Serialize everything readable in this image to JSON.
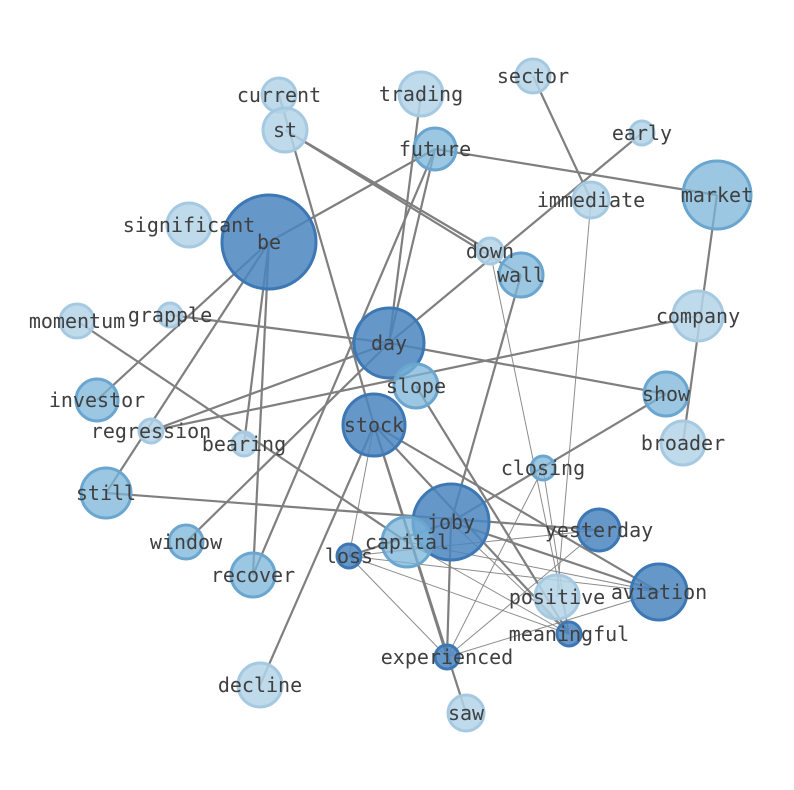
{
  "colors": {
    "edge": "#7f7f7f",
    "label": "#3f3f3f",
    "node_dark": "#4a85bf",
    "node_mid": "#7ab4d8",
    "node_light": "#b3d3e8"
  },
  "nodes": [
    {
      "id": "sector",
      "label": "sector",
      "shade": "light"
    },
    {
      "id": "trading",
      "label": "trading",
      "shade": "light"
    },
    {
      "id": "current",
      "label": "current",
      "shade": "light"
    },
    {
      "id": "st",
      "label": "st",
      "shade": "light"
    },
    {
      "id": "early",
      "label": "early",
      "shade": "light"
    },
    {
      "id": "future",
      "label": "future",
      "shade": "mid"
    },
    {
      "id": "immediate",
      "label": "immediate",
      "shade": "light"
    },
    {
      "id": "market",
      "label": "market",
      "shade": "mid"
    },
    {
      "id": "significant",
      "label": "significant",
      "shade": "light"
    },
    {
      "id": "be",
      "label": "be",
      "shade": "dark"
    },
    {
      "id": "down",
      "label": "down",
      "shade": "light"
    },
    {
      "id": "wall",
      "label": "wall",
      "shade": "mid"
    },
    {
      "id": "company",
      "label": "company",
      "shade": "light"
    },
    {
      "id": "momentum",
      "label": "momentum",
      "shade": "light"
    },
    {
      "id": "grapple",
      "label": "grapple",
      "shade": "light"
    },
    {
      "id": "day",
      "label": "day",
      "shade": "dark"
    },
    {
      "id": "slope",
      "label": "slope",
      "shade": "mid"
    },
    {
      "id": "show",
      "label": "show",
      "shade": "mid"
    },
    {
      "id": "investor",
      "label": "investor",
      "shade": "mid"
    },
    {
      "id": "regression",
      "label": "regression",
      "shade": "light"
    },
    {
      "id": "stock",
      "label": "stock",
      "shade": "dark"
    },
    {
      "id": "bearing",
      "label": "bearing",
      "shade": "light"
    },
    {
      "id": "broader",
      "label": "broader",
      "shade": "light"
    },
    {
      "id": "closing",
      "label": "closing",
      "shade": "mid"
    },
    {
      "id": "still",
      "label": "still",
      "shade": "mid"
    },
    {
      "id": "joby",
      "label": "joby",
      "shade": "dark"
    },
    {
      "id": "yesterday",
      "label": "yesterday",
      "shade": "dark"
    },
    {
      "id": "window",
      "label": "window",
      "shade": "mid"
    },
    {
      "id": "capital",
      "label": "capital",
      "shade": "mid"
    },
    {
      "id": "loss",
      "label": "loss",
      "shade": "dark"
    },
    {
      "id": "recover",
      "label": "recover",
      "shade": "mid"
    },
    {
      "id": "aviation",
      "label": "aviation",
      "shade": "dark"
    },
    {
      "id": "positive",
      "label": "positive",
      "shade": "light"
    },
    {
      "id": "meaningful",
      "label": "meaningful",
      "shade": "dark"
    },
    {
      "id": "experienced",
      "label": "experienced",
      "shade": "dark"
    },
    {
      "id": "decline",
      "label": "decline",
      "shade": "light"
    },
    {
      "id": "saw",
      "label": "saw",
      "shade": "light"
    }
  ],
  "edges": [
    {
      "source": "sector",
      "target": "immediate",
      "weight": "heavy"
    },
    {
      "source": "immediate",
      "target": "positive",
      "weight": "light"
    },
    {
      "source": "current",
      "target": "stock",
      "weight": "heavy"
    },
    {
      "source": "st",
      "target": "down",
      "weight": "heavy"
    },
    {
      "source": "st",
      "target": "wall",
      "weight": "heavy"
    },
    {
      "source": "trading",
      "target": "day",
      "weight": "heavy"
    },
    {
      "source": "future",
      "target": "day",
      "weight": "heavy"
    },
    {
      "source": "future",
      "target": "market",
      "weight": "heavy"
    },
    {
      "source": "future",
      "target": "be",
      "weight": "heavy"
    },
    {
      "source": "future",
      "target": "recover",
      "weight": "heavy"
    },
    {
      "source": "early",
      "target": "day",
      "weight": "heavy"
    },
    {
      "source": "market",
      "target": "broader",
      "weight": "heavy"
    },
    {
      "source": "be",
      "target": "investor",
      "weight": "heavy"
    },
    {
      "source": "be",
      "target": "bearing",
      "weight": "heavy"
    },
    {
      "source": "be",
      "target": "still",
      "weight": "heavy"
    },
    {
      "source": "be",
      "target": "recover",
      "weight": "heavy"
    },
    {
      "source": "grapple",
      "target": "day",
      "weight": "heavy"
    },
    {
      "source": "day",
      "target": "show",
      "weight": "heavy"
    },
    {
      "source": "day",
      "target": "window",
      "weight": "heavy"
    },
    {
      "source": "day",
      "target": "regression",
      "weight": "heavy"
    },
    {
      "source": "momentum",
      "target": "capital",
      "weight": "heavy"
    },
    {
      "source": "company",
      "target": "regression",
      "weight": "heavy"
    },
    {
      "source": "wall",
      "target": "joby",
      "weight": "heavy"
    },
    {
      "source": "slope",
      "target": "meaningful",
      "weight": "heavy"
    },
    {
      "source": "show",
      "target": "joby",
      "weight": "heavy"
    },
    {
      "source": "still",
      "target": "yesterday",
      "weight": "heavy"
    },
    {
      "source": "stock",
      "target": "decline",
      "weight": "heavy"
    },
    {
      "source": "stock",
      "target": "saw",
      "weight": "heavy"
    },
    {
      "source": "stock",
      "target": "aviation",
      "weight": "heavy"
    },
    {
      "source": "stock",
      "target": "experienced",
      "weight": "heavy"
    },
    {
      "source": "stock",
      "target": "meaningful",
      "weight": "heavy"
    },
    {
      "source": "joby",
      "target": "aviation",
      "weight": "heavy"
    },
    {
      "source": "joby",
      "target": "experienced",
      "weight": "heavy"
    },
    {
      "source": "joby",
      "target": "loss",
      "weight": "heavy"
    },
    {
      "source": "closing",
      "target": "meaningful",
      "weight": "light"
    },
    {
      "source": "closing",
      "target": "experienced",
      "weight": "light"
    },
    {
      "source": "yesterday",
      "target": "loss",
      "weight": "light"
    },
    {
      "source": "yesterday",
      "target": "experienced",
      "weight": "light"
    },
    {
      "source": "loss",
      "target": "meaningful",
      "weight": "light"
    },
    {
      "source": "loss",
      "target": "experienced",
      "weight": "light"
    },
    {
      "source": "loss",
      "target": "aviation",
      "weight": "light"
    },
    {
      "source": "stock",
      "target": "loss",
      "weight": "light"
    },
    {
      "source": "down",
      "target": "meaningful",
      "weight": "light"
    },
    {
      "source": "capital",
      "target": "aviation",
      "weight": "light"
    },
    {
      "source": "capital",
      "target": "meaningful",
      "weight": "light"
    },
    {
      "source": "joby",
      "target": "meaningful",
      "weight": "light"
    },
    {
      "source": "aviation",
      "target": "experienced",
      "weight": "light"
    }
  ]
}
